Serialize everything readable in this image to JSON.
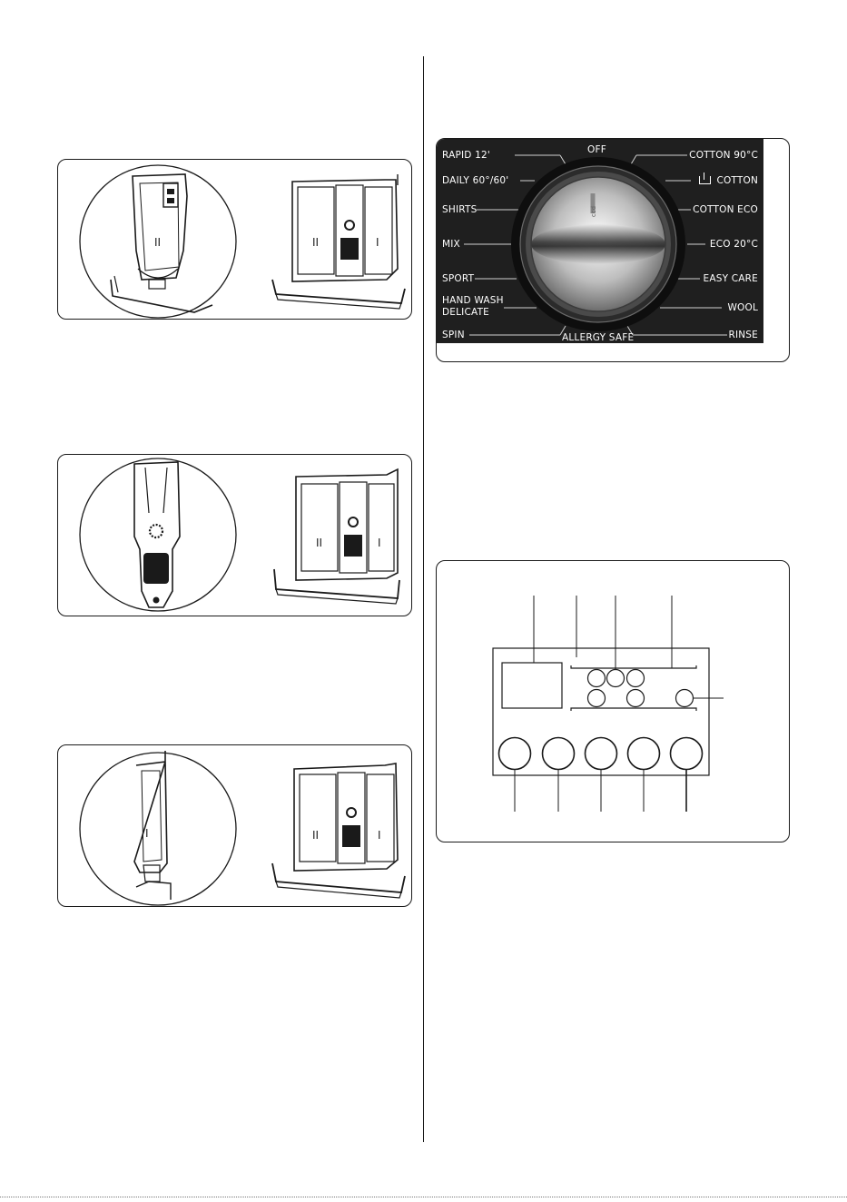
{
  "dial": {
    "programs": {
      "off": "OFF",
      "rapid": "RAPID 12'",
      "daily": "DAILY 60°/60'",
      "shirts": "SHIRTS",
      "mix": "MIX",
      "sport": "SPORT",
      "hand_wash": "HAND WASH",
      "delicate": "DELICATE",
      "spin": "SPIN",
      "allergy_safe": "ALLERGY SAFE",
      "cotton_90": "COTTON 90°C",
      "cotton": "COTTON",
      "cotton_eco": "COTTON ECO",
      "eco_20": "ECO 20°C",
      "easy_care": "EASY CARE",
      "wool": "WOOL",
      "rinse": "RINSE"
    },
    "knob_label": "ccd"
  },
  "drawer": {
    "compartment_1": "I",
    "compartment_2": "II"
  }
}
